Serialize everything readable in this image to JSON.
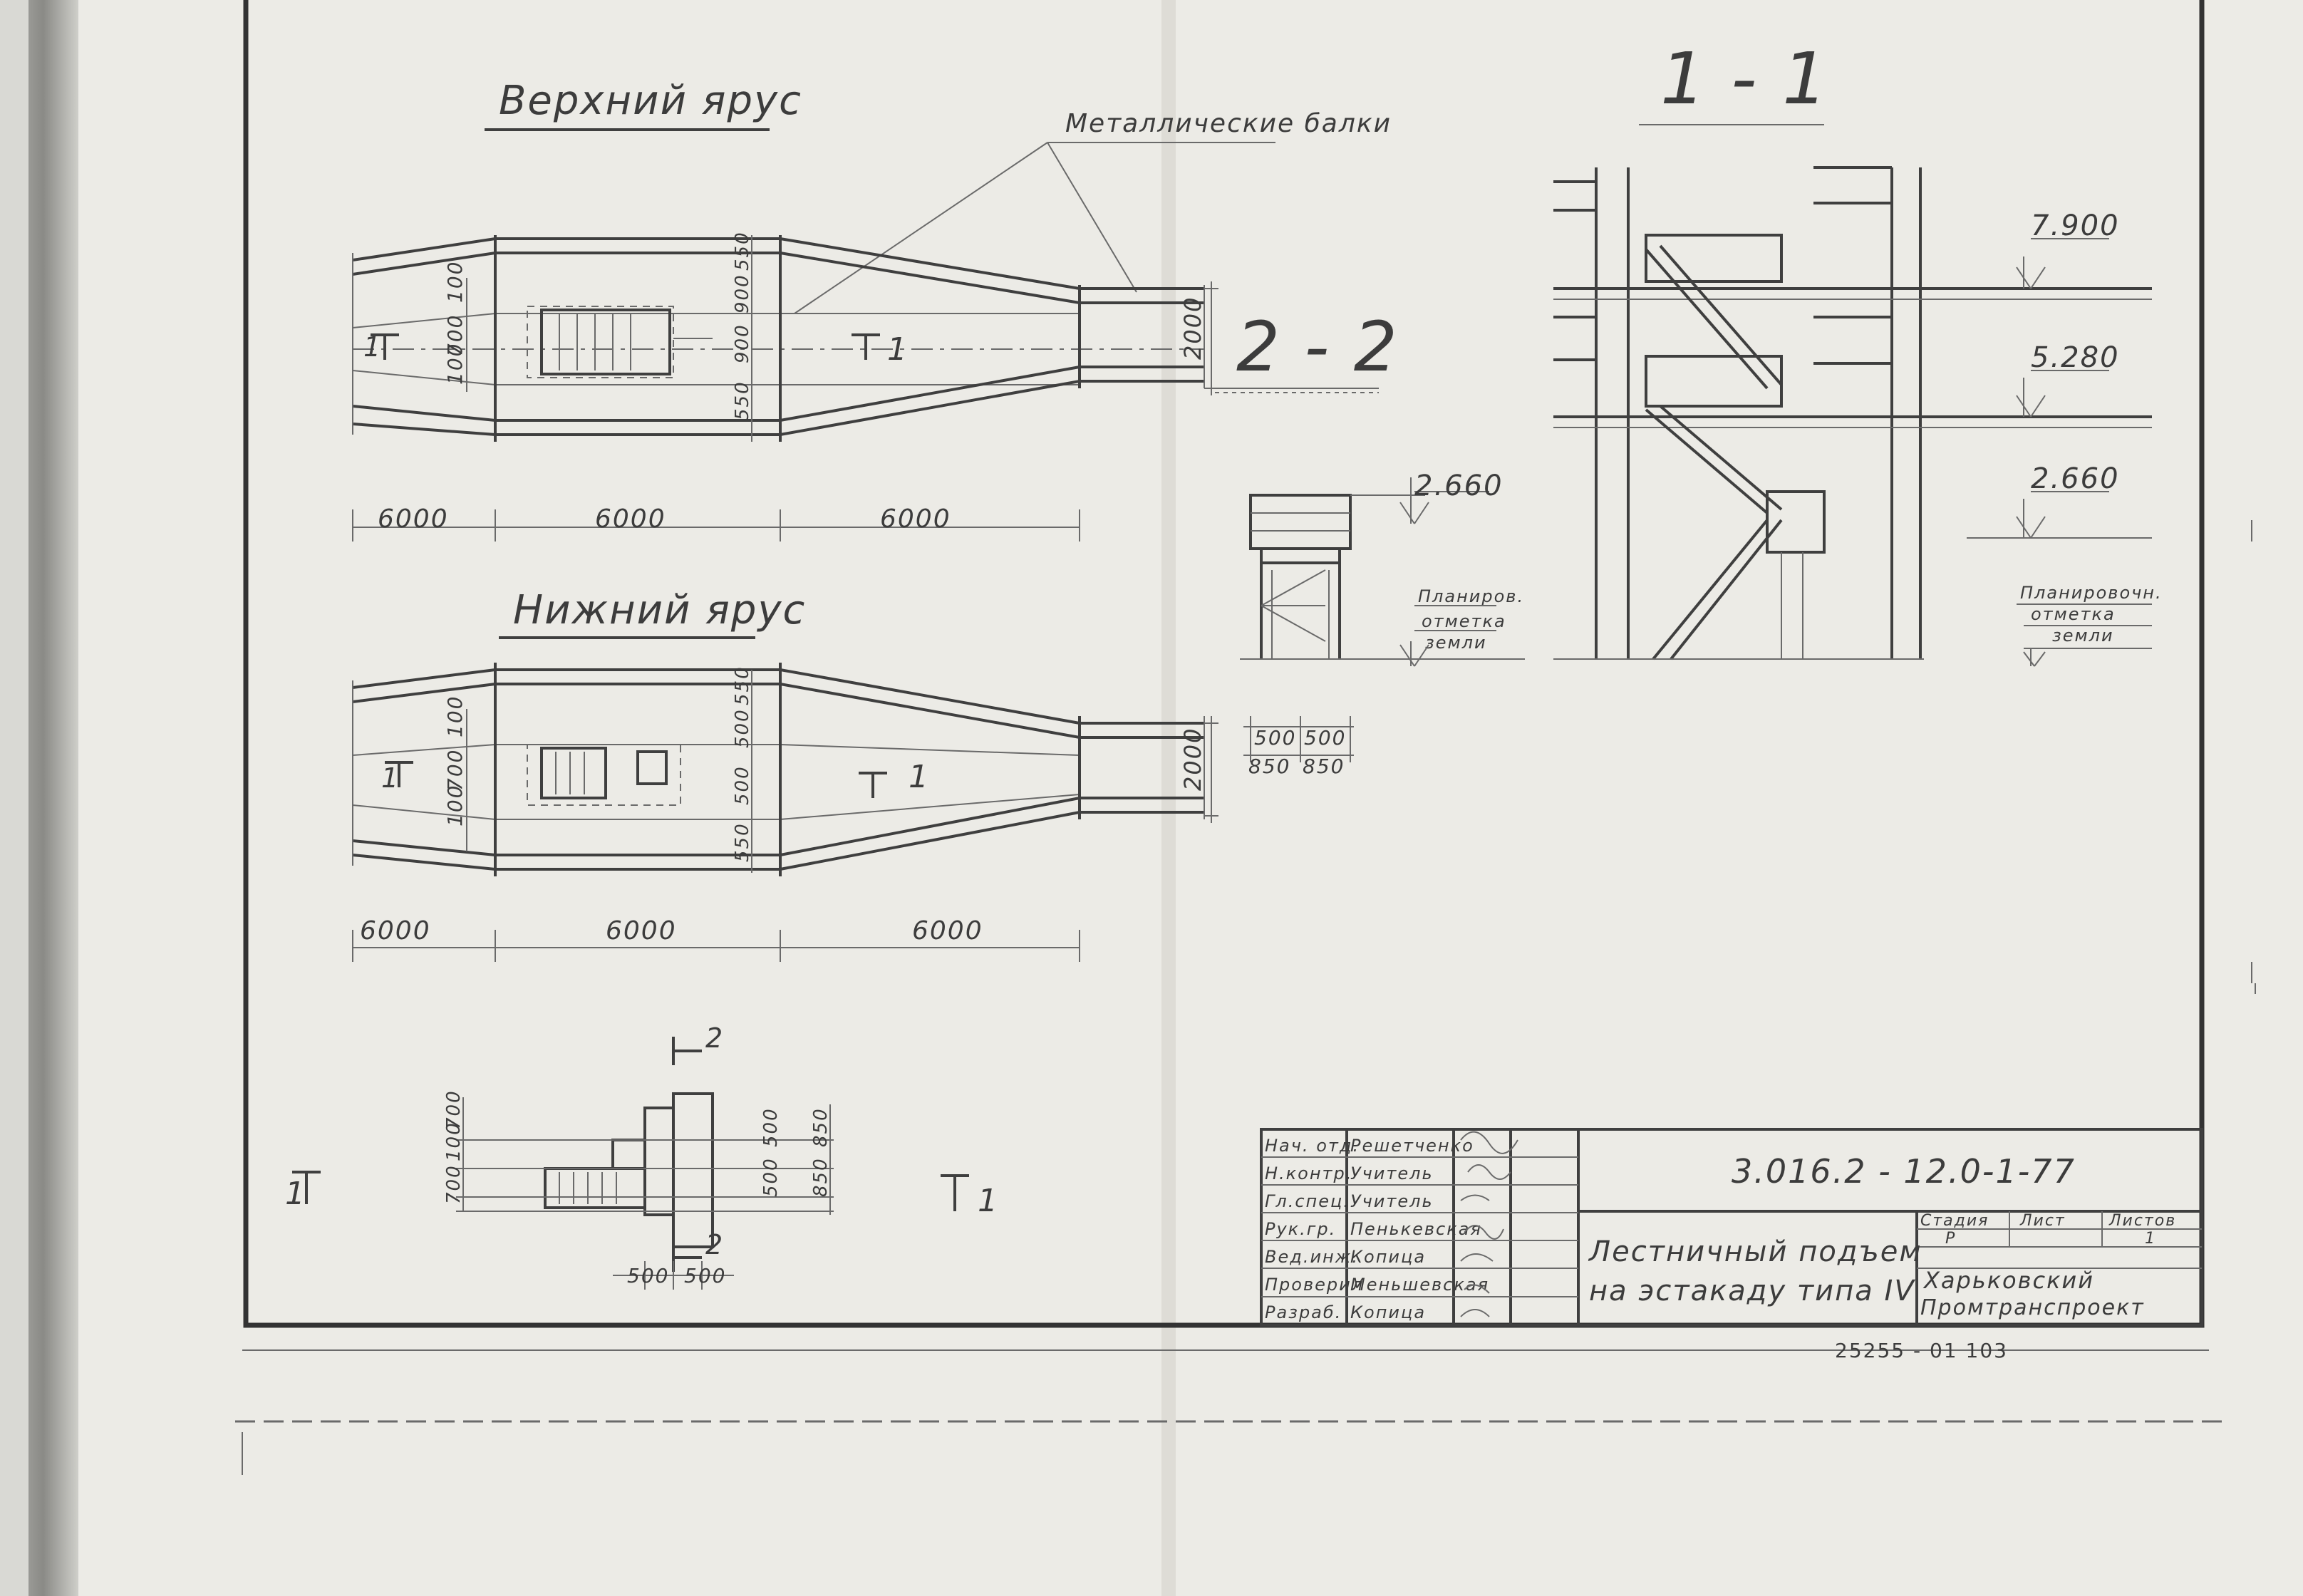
{
  "titles": {
    "upper_tier": "Верхний ярус",
    "lower_tier": "Нижний ярус",
    "metal_beams": "Металлические балки",
    "section_1_1": "1 - 1",
    "section_2_2": "2 - 2"
  },
  "dimensions": {
    "span": "6000",
    "width": "2000",
    "upper_side": [
      "550",
      "900",
      "900",
      "550"
    ],
    "upper_left": [
      "100",
      "700",
      "100"
    ],
    "lower_side": [
      "550",
      "500",
      "500",
      "550"
    ],
    "lower_left": [
      "100",
      "700",
      "100"
    ],
    "plan_vert": [
      "700",
      "100",
      "700"
    ],
    "plan_right": [
      "500",
      "500",
      "850",
      "850"
    ],
    "plan_bottom": [
      "500",
      "500"
    ],
    "sec2_bottom": [
      "500",
      "500",
      "850",
      "850"
    ]
  },
  "section_marks": {
    "t1": "1",
    "t2": "2"
  },
  "elevations": {
    "e1": "7.900",
    "e2": "5.280",
    "e3": "2.660",
    "e4": "2.660"
  },
  "ground": {
    "sec2": [
      "Планиров.",
      "отметка",
      "земли"
    ],
    "sec1": [
      "Планировочн.",
      "отметка",
      "земли"
    ]
  },
  "title_block": {
    "doc_code": "3.016.2 - 12.0-1-77",
    "drawing_title": [
      "Лестничный подъем",
      "на эстакаду типа IV"
    ],
    "org": [
      "Харьковский",
      "Промтранспроект"
    ],
    "stage_headers": [
      "Стадия",
      "Лист",
      "Листов"
    ],
    "stage_values": [
      "Р",
      "",
      "1"
    ],
    "roles": [
      {
        "role": "Нач. отд.",
        "name": "Решетченко"
      },
      {
        "role": "Н.контр.",
        "name": "Учитель"
      },
      {
        "role": "Гл.спец.",
        "name": "Учитель"
      },
      {
        "role": "Рук.гр.",
        "name": "Пенькевская"
      },
      {
        "role": "Вед.инж.",
        "name": "Копица"
      },
      {
        "role": "Проверил",
        "name": "Меньшевская"
      },
      {
        "role": "Разраб.",
        "name": "Копица"
      }
    ],
    "footer_codes": "25255 - 01      103"
  }
}
